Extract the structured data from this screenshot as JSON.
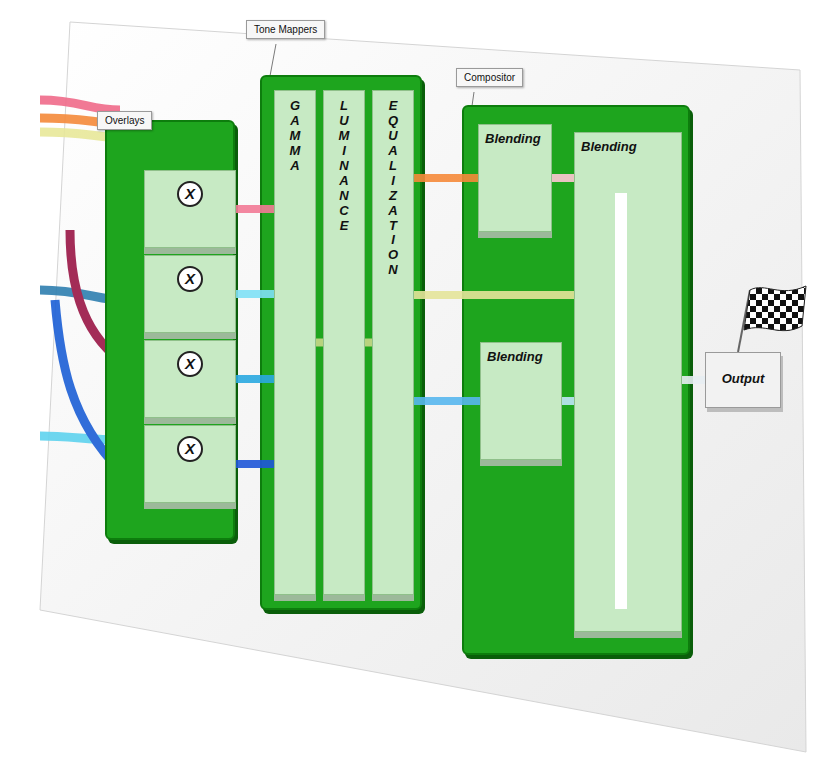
{
  "diagram": {
    "nodes": [
      {
        "text": [
          "Overlays"
        ]
      },
      {
        "text": [
          "X"
        ],
        "in": 0
      },
      {
        "text": [
          "X"
        ],
        "in": 0
      },
      {
        "text": [
          "X"
        ],
        "in": 0
      },
      {
        "text": [
          "X"
        ],
        "in": 0
      },
      {
        "text": [
          "Tone Mappers"
        ]
      },
      {
        "text": [
          "GAMMA"
        ],
        "in": 5
      },
      {
        "text": [
          "LUMINANCE"
        ],
        "in": 5
      },
      {
        "text": [
          "EQUALIZATION"
        ],
        "in": 5
      },
      {
        "text": [
          "Compositor"
        ]
      },
      {
        "text": [
          "Blending"
        ],
        "in": 9
      },
      {
        "text": [
          "Blending"
        ],
        "in": 9
      },
      {
        "text": [
          "Blending"
        ],
        "in": 9
      },
      {
        "text": [
          "Output"
        ]
      }
    ],
    "edges": [
      {
        "from": 1,
        "to": 6,
        "arrow": "none"
      },
      {
        "from": 2,
        "to": 6,
        "arrow": "none"
      },
      {
        "from": 3,
        "to": 6,
        "arrow": "none"
      },
      {
        "from": 4,
        "to": 6,
        "arrow": "none"
      },
      {
        "from": 6,
        "to": 7,
        "arrow": "none"
      },
      {
        "from": 7,
        "to": 8,
        "arrow": "none"
      },
      {
        "from": 8,
        "to": 10,
        "arrow": "none"
      },
      {
        "from": 8,
        "to": 12,
        "arrow": "none"
      },
      {
        "from": 8,
        "to": 11,
        "arrow": "none"
      },
      {
        "from": 10,
        "to": 11,
        "arrow": "none"
      },
      {
        "from": 12,
        "to": 11,
        "arrow": "none"
      },
      {
        "from": 11,
        "to": 13,
        "arrow": "none"
      }
    ]
  }
}
